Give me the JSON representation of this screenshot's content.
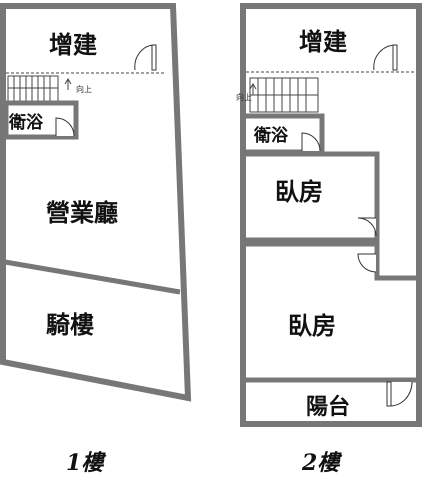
{
  "floor1": {
    "rooms": {
      "extension": "增建",
      "bathroom": "衛浴",
      "business_hall": "營業廳",
      "arcade": "騎樓"
    },
    "stair_note": "向上",
    "label": "1樓"
  },
  "floor2": {
    "rooms": {
      "extension": "增建",
      "bathroom": "衛浴",
      "bedroom_1": "臥房",
      "bedroom_2": "臥房",
      "balcony": "陽台"
    },
    "stair_note": "向上",
    "label": "2樓"
  }
}
